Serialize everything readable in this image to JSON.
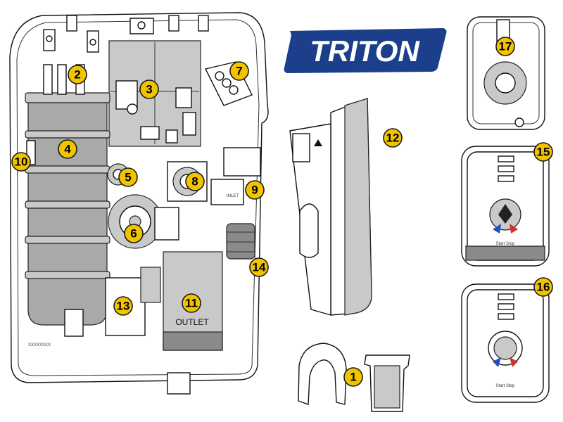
{
  "brand": {
    "name": "TRITON",
    "color": "#1c3f8c"
  },
  "labels": {
    "outlet": "OUTLET",
    "inlet": "INLET",
    "serial_mark": "XXXXXXXX",
    "start_stop_15": "Start Stop",
    "start_stop_16": "Start Stop"
  },
  "callouts": [
    "1",
    "2",
    "3",
    "4",
    "5",
    "6",
    "7",
    "8",
    "9",
    "10",
    "11",
    "12",
    "13",
    "14",
    "15",
    "16",
    "17"
  ],
  "colors": {
    "callout_fill": "#f2c400",
    "callout_stroke": "#1a1a1a",
    "line": "#111111",
    "part_grey": "#c9c9c9"
  }
}
